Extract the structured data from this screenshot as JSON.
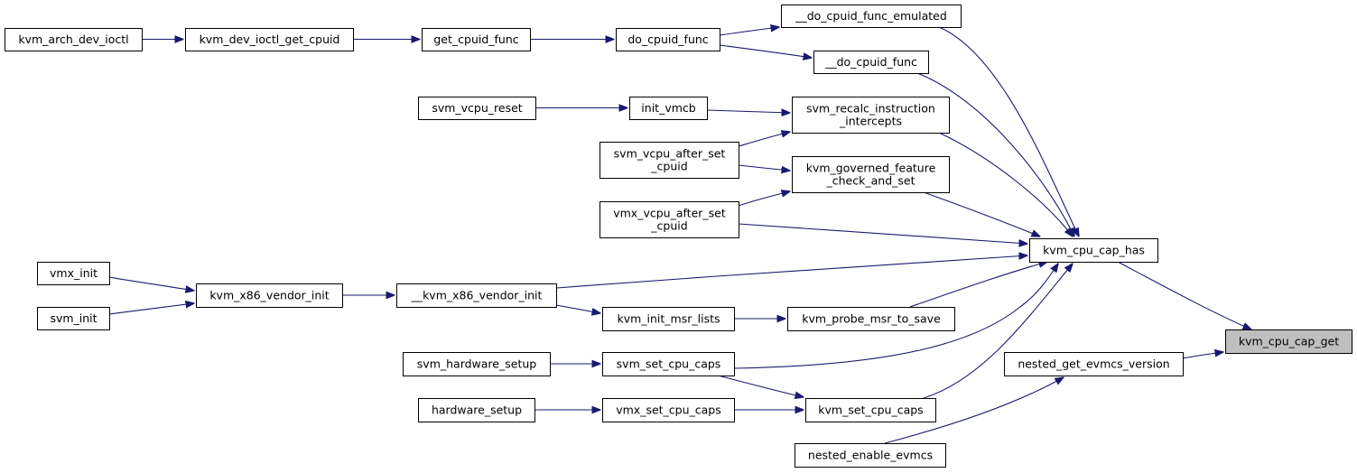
{
  "graph": {
    "edge_color": "#191970",
    "highlight_color": "#bfbfbf",
    "nodes": [
      {
        "id": "kvm_arch_dev_ioctl",
        "lines": [
          "kvm_arch_dev_ioctl"
        ]
      },
      {
        "id": "kvm_dev_ioctl_get_cpuid",
        "lines": [
          "kvm_dev_ioctl_get_cpuid"
        ]
      },
      {
        "id": "get_cpuid_func",
        "lines": [
          "get_cpuid_func"
        ]
      },
      {
        "id": "do_cpuid_func",
        "lines": [
          "do_cpuid_func"
        ]
      },
      {
        "id": "__do_cpuid_func_emulated",
        "lines": [
          "__do_cpuid_func_emulated"
        ]
      },
      {
        "id": "__do_cpuid_func",
        "lines": [
          "__do_cpuid_func"
        ]
      },
      {
        "id": "svm_vcpu_reset",
        "lines": [
          "svm_vcpu_reset"
        ]
      },
      {
        "id": "init_vmcb",
        "lines": [
          "init_vmcb"
        ]
      },
      {
        "id": "svm_recalc_instruction_intercepts",
        "lines": [
          "svm_recalc_instruction",
          "_intercepts"
        ]
      },
      {
        "id": "svm_vcpu_after_set_cpuid",
        "lines": [
          "svm_vcpu_after_set",
          "_cpuid"
        ]
      },
      {
        "id": "kvm_governed_feature_check_and_set",
        "lines": [
          "kvm_governed_feature",
          "_check_and_set"
        ]
      },
      {
        "id": "vmx_vcpu_after_set_cpuid",
        "lines": [
          "vmx_vcpu_after_set",
          "_cpuid"
        ]
      },
      {
        "id": "kvm_cpu_cap_has",
        "lines": [
          "kvm_cpu_cap_has"
        ]
      },
      {
        "id": "vmx_init",
        "lines": [
          "vmx_init"
        ]
      },
      {
        "id": "svm_init",
        "lines": [
          "svm_init"
        ]
      },
      {
        "id": "kvm_x86_vendor_init",
        "lines": [
          "kvm_x86_vendor_init"
        ]
      },
      {
        "id": "__kvm_x86_vendor_init",
        "lines": [
          "__kvm_x86_vendor_init"
        ]
      },
      {
        "id": "kvm_init_msr_lists",
        "lines": [
          "kvm_init_msr_lists"
        ]
      },
      {
        "id": "kvm_probe_msr_to_save",
        "lines": [
          "kvm_probe_msr_to_save"
        ]
      },
      {
        "id": "kvm_cpu_cap_get",
        "lines": [
          "kvm_cpu_cap_get"
        ],
        "highlight": true
      },
      {
        "id": "svm_hardware_setup",
        "lines": [
          "svm_hardware_setup"
        ]
      },
      {
        "id": "svm_set_cpu_caps",
        "lines": [
          "svm_set_cpu_caps"
        ]
      },
      {
        "id": "nested_get_evmcs_version",
        "lines": [
          "nested_get_evmcs_version"
        ]
      },
      {
        "id": "hardware_setup",
        "lines": [
          "hardware_setup"
        ]
      },
      {
        "id": "vmx_set_cpu_caps",
        "lines": [
          "vmx_set_cpu_caps"
        ]
      },
      {
        "id": "kvm_set_cpu_caps",
        "lines": [
          "kvm_set_cpu_caps"
        ]
      },
      {
        "id": "nested_enable_evmcs",
        "lines": [
          "nested_enable_evmcs"
        ]
      }
    ],
    "edges": [
      {
        "from": "kvm_arch_dev_ioctl",
        "to": "kvm_dev_ioctl_get_cpuid"
      },
      {
        "from": "kvm_dev_ioctl_get_cpuid",
        "to": "get_cpuid_func"
      },
      {
        "from": "get_cpuid_func",
        "to": "do_cpuid_func"
      },
      {
        "from": "do_cpuid_func",
        "to": "__do_cpuid_func_emulated"
      },
      {
        "from": "do_cpuid_func",
        "to": "__do_cpuid_func"
      },
      {
        "from": "__do_cpuid_func_emulated",
        "to": "kvm_cpu_cap_has"
      },
      {
        "from": "__do_cpuid_func",
        "to": "kvm_cpu_cap_has"
      },
      {
        "from": "svm_vcpu_reset",
        "to": "init_vmcb"
      },
      {
        "from": "init_vmcb",
        "to": "svm_recalc_instruction_intercepts"
      },
      {
        "from": "svm_vcpu_after_set_cpuid",
        "to": "svm_recalc_instruction_intercepts"
      },
      {
        "from": "svm_vcpu_after_set_cpuid",
        "to": "kvm_governed_feature_check_and_set"
      },
      {
        "from": "vmx_vcpu_after_set_cpuid",
        "to": "kvm_governed_feature_check_and_set"
      },
      {
        "from": "vmx_vcpu_after_set_cpuid",
        "to": "kvm_cpu_cap_has"
      },
      {
        "from": "svm_recalc_instruction_intercepts",
        "to": "kvm_cpu_cap_has"
      },
      {
        "from": "kvm_governed_feature_check_and_set",
        "to": "kvm_cpu_cap_has"
      },
      {
        "from": "vmx_init",
        "to": "kvm_x86_vendor_init"
      },
      {
        "from": "svm_init",
        "to": "kvm_x86_vendor_init"
      },
      {
        "from": "kvm_x86_vendor_init",
        "to": "__kvm_x86_vendor_init"
      },
      {
        "from": "__kvm_x86_vendor_init",
        "to": "kvm_cpu_cap_has"
      },
      {
        "from": "__kvm_x86_vendor_init",
        "to": "kvm_init_msr_lists"
      },
      {
        "from": "kvm_init_msr_lists",
        "to": "kvm_probe_msr_to_save"
      },
      {
        "from": "kvm_probe_msr_to_save",
        "to": "kvm_cpu_cap_has"
      },
      {
        "from": "kvm_cpu_cap_has",
        "to": "kvm_cpu_cap_get"
      },
      {
        "from": "svm_hardware_setup",
        "to": "svm_set_cpu_caps"
      },
      {
        "from": "svm_set_cpu_caps",
        "to": "kvm_cpu_cap_has"
      },
      {
        "from": "svm_set_cpu_caps",
        "to": "kvm_set_cpu_caps"
      },
      {
        "from": "hardware_setup",
        "to": "vmx_set_cpu_caps"
      },
      {
        "from": "vmx_set_cpu_caps",
        "to": "kvm_set_cpu_caps"
      },
      {
        "from": "kvm_set_cpu_caps",
        "to": "kvm_cpu_cap_has"
      },
      {
        "from": "nested_get_evmcs_version",
        "to": "kvm_cpu_cap_get"
      },
      {
        "from": "nested_enable_evmcs",
        "to": "nested_get_evmcs_version"
      }
    ]
  }
}
